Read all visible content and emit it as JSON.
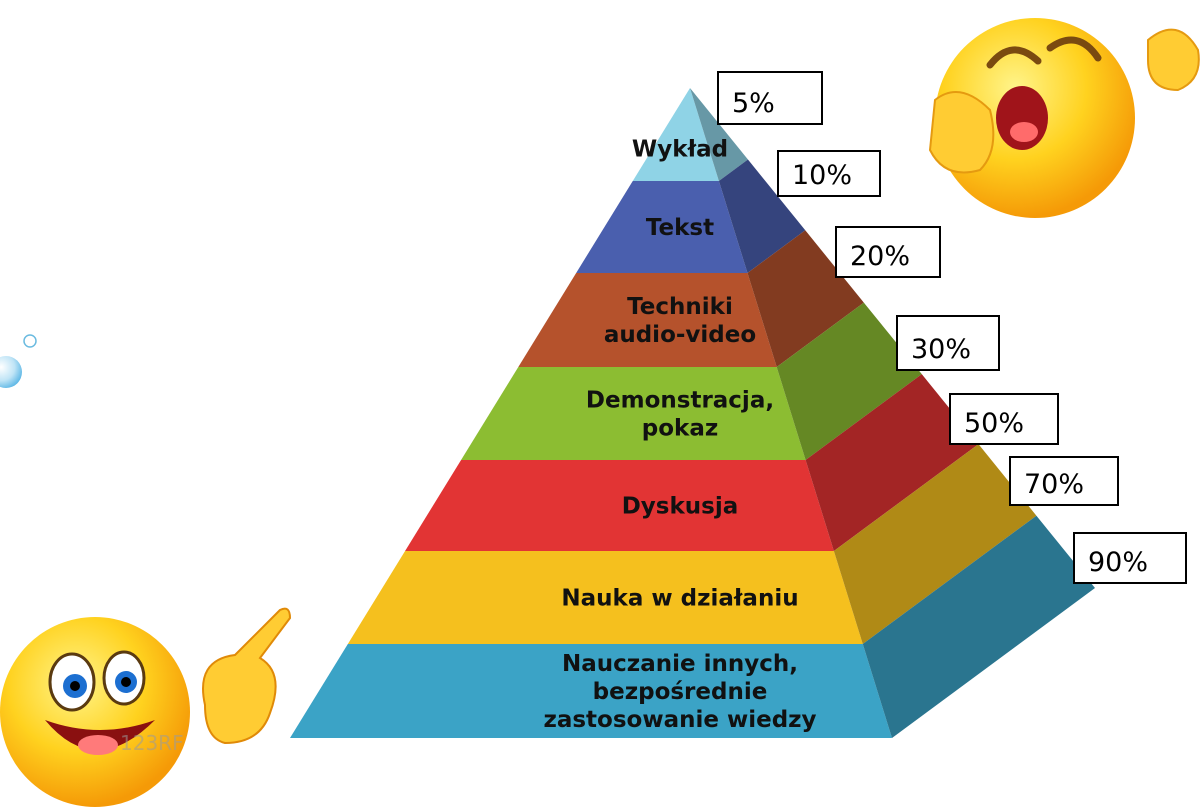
{
  "pyramid": {
    "levels": [
      {
        "label_lines": [
          "Wykład"
        ],
        "percent": "5%",
        "color": "#8fd3e6"
      },
      {
        "label_lines": [
          "Tekst"
        ],
        "percent": "10%",
        "color": "#4a5fae"
      },
      {
        "label_lines": [
          "Techniki",
          "audio-video"
        ],
        "percent": "20%",
        "color": "#b5522c"
      },
      {
        "label_lines": [
          "Demonstracja,",
          "pokaz"
        ],
        "percent": "30%",
        "color": "#8cbd32"
      },
      {
        "label_lines": [
          "Dyskusja"
        ],
        "percent": "50%",
        "color": "#e23434"
      },
      {
        "label_lines": [
          "Nauka w działaniu"
        ],
        "percent": "70%",
        "color": "#f5c01e"
      },
      {
        "label_lines": [
          "Nauczanie innych,",
          "bezpośrednie",
          "zastosowanie wiedzy"
        ],
        "percent": "90%",
        "color": "#3ba3c6"
      }
    ]
  },
  "decorations": {
    "emoji_laughing": "laughing-emoji",
    "emoji_pointing": "pointing-emoji",
    "watermark": "123RF"
  }
}
